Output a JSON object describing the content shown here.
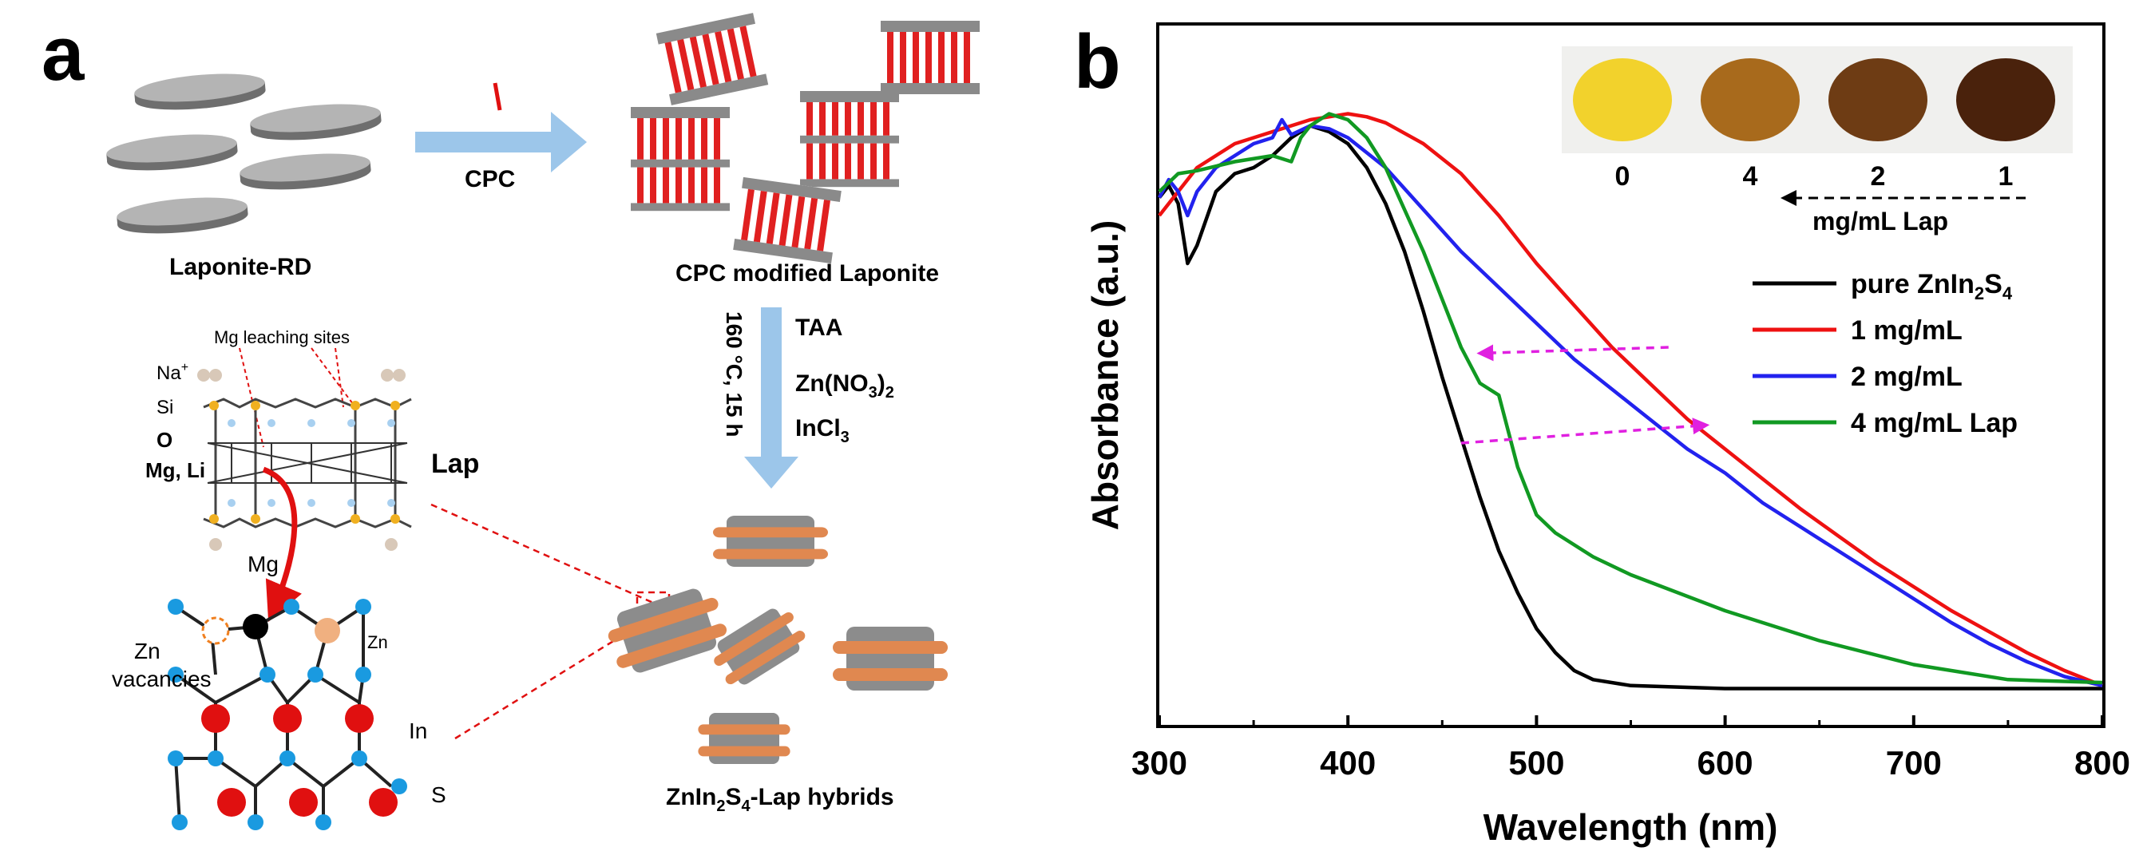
{
  "panel_a": {
    "label": "a",
    "laponite_label": "Laponite-RD",
    "arrow_label": "CPC",
    "cpc_label": "CPC modified Laponite",
    "condition": "160 °C, 15 h",
    "reagent_1": "TAA",
    "reagent_2_base": "Zn(NO",
    "reagent_2_sub": "3",
    "reagent_2_close": ")",
    "reagent_2_sub2": "2",
    "reagent_3_base": "InCl",
    "reagent_3_sub": "3",
    "mg_sites": "Mg leaching sites",
    "atom_na": "Na",
    "atom_na_sup": "+",
    "atom_si": "Si",
    "atom_o": "O",
    "atom_mgli": "Mg, Li",
    "lap": "Lap",
    "mg": "Mg",
    "zn_vac_1": "Zn",
    "zn_vac_2": "vacancies",
    "zn": "Zn",
    "in": "In",
    "s": "S",
    "hybrid_1": "ZnIn",
    "hybrid_sub1": "2",
    "hybrid_2": "S",
    "hybrid_sub2": "4",
    "hybrid_3": "-Lap hybrids"
  },
  "panel_b": {
    "label": "b",
    "inset": {
      "swatches": [
        {
          "label": "0",
          "color": "#f2d22c"
        },
        {
          "label": "4",
          "color": "#a86a1c"
        },
        {
          "label": "2",
          "color": "#6e3c14"
        },
        {
          "label": "1",
          "color": "#4a220c"
        }
      ],
      "axis_label": "mg/mL Lap"
    },
    "legend_pure_1": "pure ZnIn",
    "legend_pure_sub1": "2",
    "legend_pure_2": "S",
    "legend_pure_sub2": "4"
  },
  "chart_data": {
    "type": "line",
    "xlabel": "Wavelength (nm)",
    "ylabel": "Absorbance (a.u.)",
    "xlim": [
      300,
      800
    ],
    "ylim": [
      0,
      1
    ],
    "xticks": [
      300,
      400,
      500,
      600,
      700,
      800
    ],
    "yticks_shown": false,
    "grid": false,
    "legend_position": "right",
    "series": [
      {
        "name": "pure ZnIn2S4",
        "color": "#000000",
        "x": [
          300,
          305,
          310,
          315,
          320,
          330,
          340,
          350,
          360,
          370,
          380,
          390,
          400,
          410,
          420,
          430,
          440,
          450,
          460,
          470,
          480,
          490,
          500,
          510,
          520,
          530,
          550,
          600,
          650,
          700,
          750,
          800
        ],
        "y": [
          0.83,
          0.85,
          0.82,
          0.72,
          0.75,
          0.84,
          0.87,
          0.88,
          0.9,
          0.93,
          0.95,
          0.94,
          0.92,
          0.88,
          0.82,
          0.74,
          0.64,
          0.53,
          0.43,
          0.33,
          0.24,
          0.17,
          0.11,
          0.07,
          0.04,
          0.025,
          0.015,
          0.01,
          0.01,
          0.01,
          0.01,
          0.01
        ]
      },
      {
        "name": "1 mg/mL",
        "color": "#ee1111",
        "x": [
          300,
          320,
          340,
          360,
          380,
          390,
          400,
          410,
          420,
          440,
          460,
          480,
          500,
          520,
          540,
          560,
          580,
          600,
          620,
          640,
          660,
          680,
          700,
          720,
          740,
          760,
          780,
          800
        ],
        "y": [
          0.8,
          0.88,
          0.92,
          0.94,
          0.96,
          0.965,
          0.97,
          0.965,
          0.955,
          0.92,
          0.87,
          0.8,
          0.72,
          0.65,
          0.58,
          0.52,
          0.46,
          0.41,
          0.36,
          0.31,
          0.265,
          0.22,
          0.18,
          0.14,
          0.105,
          0.07,
          0.04,
          0.015
        ]
      },
      {
        "name": "2 mg/mL",
        "color": "#2222ee",
        "x": [
          300,
          305,
          310,
          315,
          320,
          330,
          340,
          350,
          360,
          365,
          370,
          380,
          390,
          400,
          420,
          440,
          460,
          480,
          500,
          520,
          540,
          560,
          580,
          600,
          620,
          640,
          660,
          680,
          700,
          720,
          740,
          760,
          780,
          800
        ],
        "y": [
          0.83,
          0.86,
          0.84,
          0.8,
          0.84,
          0.88,
          0.9,
          0.92,
          0.93,
          0.96,
          0.935,
          0.95,
          0.945,
          0.93,
          0.88,
          0.81,
          0.74,
          0.68,
          0.62,
          0.56,
          0.51,
          0.46,
          0.41,
          0.37,
          0.32,
          0.28,
          0.24,
          0.2,
          0.16,
          0.12,
          0.085,
          0.055,
          0.03,
          0.015
        ]
      },
      {
        "name": "4 mg/mL Lap",
        "color": "#119922",
        "x": [
          300,
          310,
          320,
          340,
          360,
          370,
          375,
          380,
          390,
          400,
          410,
          420,
          440,
          460,
          470,
          480,
          490,
          500,
          510,
          530,
          550,
          600,
          650,
          700,
          750,
          800
        ],
        "y": [
          0.84,
          0.87,
          0.875,
          0.89,
          0.9,
          0.89,
          0.93,
          0.95,
          0.97,
          0.96,
          0.93,
          0.88,
          0.74,
          0.58,
          0.52,
          0.5,
          0.38,
          0.3,
          0.27,
          0.23,
          0.2,
          0.14,
          0.09,
          0.05,
          0.025,
          0.02
        ]
      }
    ],
    "annotations": [
      {
        "type": "arrow",
        "color": "#e020e0",
        "from": [
          570,
          0.58
        ],
        "to": [
          470,
          0.57
        ]
      },
      {
        "type": "arrow",
        "color": "#e020e0",
        "from": [
          460,
          0.42
        ],
        "to": [
          590,
          0.45
        ]
      }
    ]
  }
}
